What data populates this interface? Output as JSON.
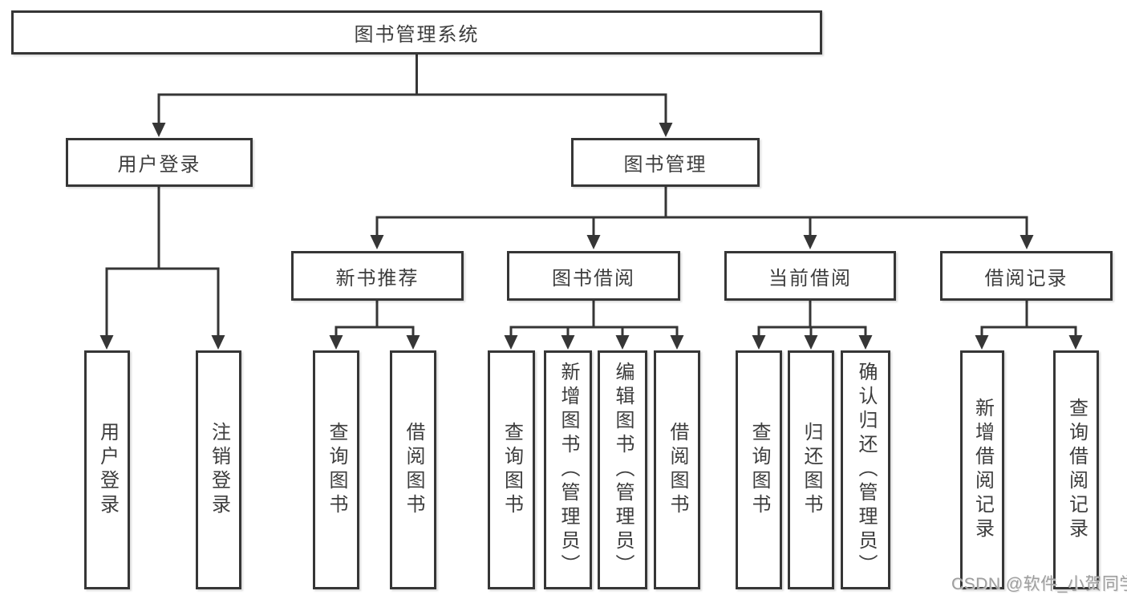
{
  "tree": {
    "root": "图书管理系统",
    "children": [
      {
        "label": "用户登录",
        "children": [
          "用户登录",
          "注销登录"
        ]
      },
      {
        "label": "图书管理",
        "children": [
          {
            "label": "新书推荐",
            "children": [
              "查询图书",
              "借阅图书"
            ]
          },
          {
            "label": "图书借阅",
            "children": [
              "查询图书",
              "新增图书（管理员）",
              "编辑图书（管理员）",
              "借阅图书"
            ]
          },
          {
            "label": "当前借阅",
            "children": [
              "查询图书",
              "归还图书",
              "确认归还（管理员）"
            ]
          },
          {
            "label": "借阅记录",
            "children": [
              "新增借阅记录",
              "查询借阅记录"
            ]
          }
        ]
      }
    ]
  },
  "watermark": {
    "text": "CSDN @软件_小贺同学"
  },
  "colors": {
    "line": "#363636",
    "text": "#3d3d3d",
    "watermark": "#9e9e9e",
    "background": "#ffffff"
  }
}
